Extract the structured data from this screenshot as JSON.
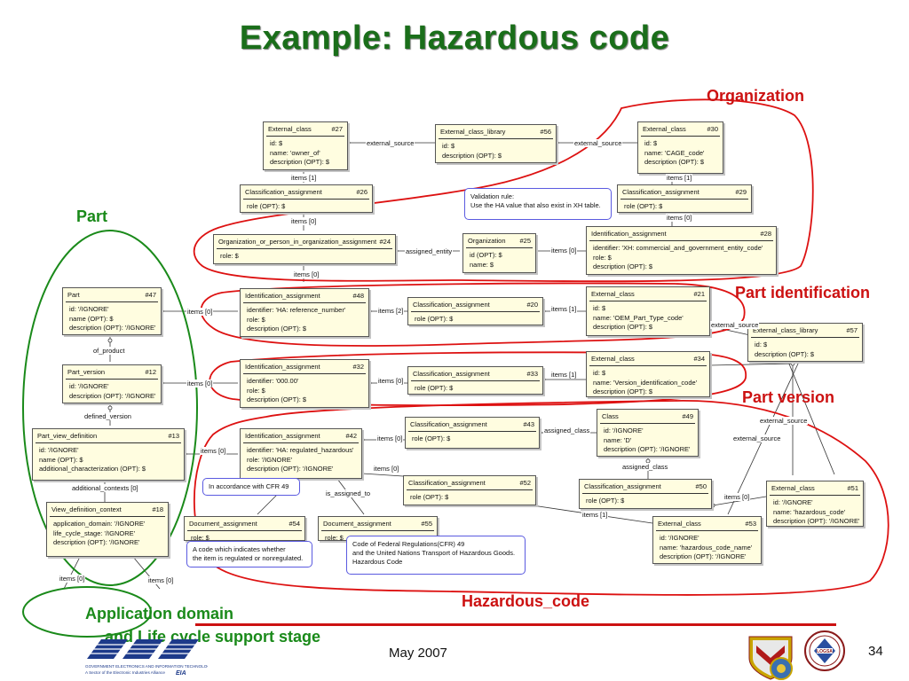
{
  "title": "Example: Hazardous code",
  "callouts": {
    "organization": "Organization",
    "part": "Part",
    "part_identification": "Part identification",
    "part_version": "Part version",
    "hazardous_code": "Hazardous_code",
    "application_domain_1": "Application domain",
    "application_domain_2": "and Life cycle support stage"
  },
  "footer": {
    "date": "May 2007",
    "page": "34",
    "logo_text": "GEIA",
    "logo_subtext": "GOVERNMENT ELECTRONICS AND INFORMATION TECHNOLOGY ASSOCIATION",
    "logo_subtext2": "A Sector of the Electronic Industries Alliance"
  },
  "boxes": {
    "b27": {
      "name": "External_class",
      "num": "#27",
      "attrs": [
        "id: $",
        "name: 'owner_of'",
        "description (OPT): $"
      ]
    },
    "b56": {
      "name": "External_class_library",
      "num": "#56",
      "attrs": [
        "id: $",
        "description (OPT): $"
      ]
    },
    "b30": {
      "name": "External_class",
      "num": "#30",
      "attrs": [
        "id: $",
        "name: 'CAGE_code'",
        "description (OPT): $"
      ]
    },
    "b26": {
      "name": "Classification_assignment",
      "num": "#26",
      "attrs": [
        "role (OPT): $"
      ]
    },
    "b29": {
      "name": "Classification_assignment",
      "num": "#29",
      "attrs": [
        "role (OPT): $"
      ]
    },
    "b24": {
      "name": "Organization_or_person_in_organization_assignment",
      "num": "#24",
      "attrs": [
        "role: $"
      ]
    },
    "b25": {
      "name": "Organization",
      "num": "#25",
      "attrs": [
        "id (OPT): $",
        "name: $"
      ]
    },
    "b28": {
      "name": "Identification_assignment",
      "num": "#28",
      "attrs": [
        "identifier: 'XH: commercial_and_government_entity_code'",
        "role: $",
        "description (OPT): $"
      ]
    },
    "b47": {
      "name": "Part",
      "num": "#47",
      "attrs": [
        "id: '/IGNORE'",
        "name (OPT): $",
        "description (OPT): '/IGNORE'"
      ]
    },
    "b48": {
      "name": "Identification_assignment",
      "num": "#48",
      "attrs": [
        "identifier: 'HA: reference_number'",
        "role: $",
        "description (OPT): $"
      ]
    },
    "b20": {
      "name": "Classification_assignment",
      "num": "#20",
      "attrs": [
        "role (OPT): $"
      ]
    },
    "b21": {
      "name": "External_class",
      "num": "#21",
      "attrs": [
        "id: $",
        "name: 'OEM_Part_Type_code'",
        "description (OPT): $"
      ]
    },
    "b57": {
      "name": "External_class_library",
      "num": "#57",
      "attrs": [
        "id: $",
        "description (OPT): $"
      ]
    },
    "b12": {
      "name": "Part_version",
      "num": "#12",
      "attrs": [
        "id: '/IGNORE'",
        "description (OPT): '/IGNORE'"
      ]
    },
    "b32": {
      "name": "Identification_assignment",
      "num": "#32",
      "attrs": [
        "identifier: '000.00'",
        "role: $",
        "description (OPT): $"
      ]
    },
    "b33": {
      "name": "Classification_assignment",
      "num": "#33",
      "attrs": [
        "role (OPT): $"
      ]
    },
    "b34": {
      "name": "External_class",
      "num": "#34",
      "attrs": [
        "id: $",
        "name: 'Version_identification_code'",
        "description (OPT): $"
      ]
    },
    "b13": {
      "name": "Part_view_definition",
      "num": "#13",
      "attrs": [
        "id: '/IGNORE'",
        "name (OPT): $",
        "additional_characterization (OPT): $"
      ]
    },
    "b42": {
      "name": "Identification_assignment",
      "num": "#42",
      "attrs": [
        "identifier: 'HA: regulated_hazardous'",
        "role: '/IGNORE'",
        "description (OPT): '/IGNORE'"
      ]
    },
    "b43": {
      "name": "Classification_assignment",
      "num": "#43",
      "attrs": [
        "role (OPT): $"
      ]
    },
    "b49": {
      "name": "Class",
      "num": "#49",
      "attrs": [
        "id: '/IGNORE'",
        "name: 'D'",
        "description (OPT): '/IGNORE'"
      ]
    },
    "b52": {
      "name": "Classification_assignment",
      "num": "#52",
      "attrs": [
        "role (OPT): $"
      ]
    },
    "b50": {
      "name": "Classification_assignment",
      "num": "#50",
      "attrs": [
        "role (OPT): $"
      ]
    },
    "b51": {
      "name": "External_class",
      "num": "#51",
      "attrs": [
        "id: '/IGNORE'",
        "name: 'hazardous_code'",
        "description (OPT): '/IGNORE'"
      ]
    },
    "b18": {
      "name": "View_definition_context",
      "num": "#18",
      "attrs": [
        "application_domain: '/IGNORE'",
        "life_cycle_stage: '/IGNORE'",
        "description (OPT): '/IGNORE'"
      ]
    },
    "b54": {
      "name": "Document_assignment",
      "num": "#54",
      "attrs": [
        "role: $"
      ]
    },
    "b55": {
      "name": "Document_assignment",
      "num": "#55",
      "attrs": [
        "role: $"
      ]
    },
    "b53": {
      "name": "External_class",
      "num": "#53",
      "attrs": [
        "id: '/IGNORE'",
        "name: 'hazardous_code_name'",
        "description (OPT): '/IGNORE'"
      ]
    }
  },
  "notes": {
    "validation": [
      "Validation rule:",
      "Use the HA value that also exist in XH table."
    ],
    "cfr49": [
      "In accordance with CFR 49"
    ],
    "code_desc": [
      "A code which indicates whether",
      "the item is regulated or nonregulated."
    ],
    "cfr_def": [
      "Code of Federal Regulations(CFR) 49",
      "and the United Nations Transport of Hazardous Goods.",
      "Hazardous Code"
    ]
  },
  "labels": {
    "external_source_1": "external_source",
    "external_source_2": "external_source",
    "items1_a": "items [1]",
    "items1_b": "items [1]",
    "items0_a": "items [0]",
    "items0_b": "items [0]",
    "assigned_entity": "assigned_entity",
    "items0_c": "items [0]",
    "items0_d": "items [0]",
    "items0_e": "items [0]",
    "items2": "items [2]",
    "items1_c": "items [1]",
    "external_source_3": "external_source",
    "of_product": "of_product",
    "items0_f": "items [0]",
    "items0_g": "items [0]",
    "items1_d": "items [1]",
    "external_source_4": "external_source",
    "defined_version": "defined_version",
    "items0_h": "items [0]",
    "items0_i": "items [0]",
    "assigned_class_1": "assigned_class",
    "assigned_class_2": "assigned_class",
    "items0_j": "items [0]",
    "is_assigned_to": "is_assigned_to",
    "additional_contexts": "additional_contexts [0]",
    "items0_k": "items [0]",
    "items1_e": "items [1]",
    "items0_l": "items [0]",
    "items0_m": "items [0]"
  }
}
